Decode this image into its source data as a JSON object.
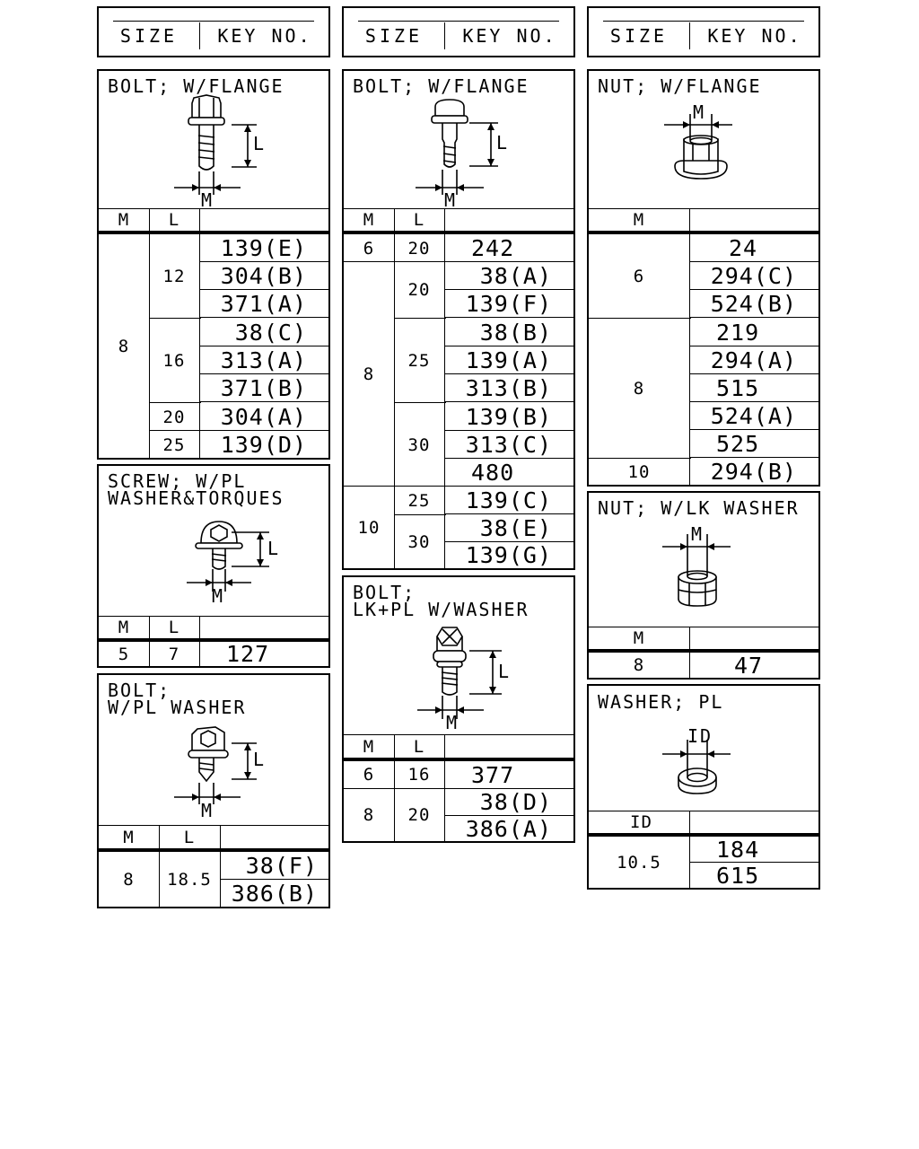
{
  "size_header": {
    "size": "SIZE",
    "key_no": "KEY NO."
  },
  "col1": {
    "bolt_flange": {
      "title": "BOLT; W/FLANGE",
      "dim_l": "L",
      "dim_m": "M",
      "head_m": "M",
      "head_l": "L",
      "m_value": "8",
      "groups": [
        {
          "l": "12",
          "keys": [
            "139(E)",
            "304(B)",
            "371(A)"
          ]
        },
        {
          "l": "16",
          "keys": [
            "38(C)",
            "313(A)",
            "371(B)"
          ]
        },
        {
          "l": "20",
          "keys": [
            "304(A)"
          ]
        },
        {
          "l": "25",
          "keys": [
            "139(D)"
          ]
        }
      ]
    },
    "screw": {
      "title": "SCREW; W/PL\nWASHER&TORQUES",
      "dim_l": "L",
      "dim_m": "M",
      "head_m": "M",
      "head_l": "L",
      "m_value": "5",
      "l_value": "7",
      "key": "127"
    },
    "bolt_pl_washer": {
      "title": "BOLT;\nW/PL WASHER",
      "dim_l": "L",
      "dim_m": "M",
      "head_m": "M",
      "head_l": "L",
      "m_value": "8",
      "l_value": "18.5",
      "keys": [
        "38(F)",
        "386(B)"
      ]
    }
  },
  "col2": {
    "bolt_flange": {
      "title": "BOLT; W/FLANGE",
      "dim_l": "L",
      "dim_m": "M",
      "head_m": "M",
      "head_l": "L",
      "row6": {
        "m": "6",
        "l": "20",
        "key": "242"
      },
      "m8": "8",
      "m8_groups": [
        {
          "l": "20",
          "keys": [
            "38(A)",
            "139(F)"
          ]
        },
        {
          "l": "25",
          "keys": [
            "38(B)",
            "139(A)",
            "313(B)"
          ]
        },
        {
          "l": "30",
          "keys": [
            "139(B)",
            "313(C)",
            "480"
          ]
        }
      ],
      "m10": "10",
      "m10_groups": [
        {
          "l": "25",
          "keys": [
            "139(C)"
          ]
        },
        {
          "l": "30",
          "keys": [
            "38(E)",
            "139(G)"
          ]
        }
      ]
    },
    "bolt_lk_pl": {
      "title": "BOLT;\nLK+PL W/WASHER",
      "dim_l": "L",
      "dim_m": "M",
      "head_m": "M",
      "head_l": "L",
      "row6": {
        "m": "6",
        "l": "16",
        "key": "377"
      },
      "row8": {
        "m": "8",
        "l": "20",
        "keys": [
          "38(D)",
          "386(A)"
        ]
      }
    }
  },
  "col3": {
    "nut_flange": {
      "title": "NUT; W/FLANGE",
      "dim_m": "M",
      "head_m": "M",
      "groups": [
        {
          "m": "6",
          "keys": [
            "24",
            "294(C)",
            "524(B)"
          ]
        },
        {
          "m": "8",
          "keys": [
            "219",
            "294(A)",
            "515",
            "524(A)",
            "525"
          ]
        },
        {
          "m": "10",
          "keys": [
            "294(B)"
          ]
        }
      ]
    },
    "nut_lk": {
      "title": "NUT; W/LK WASHER",
      "dim_m": "M",
      "head_m": "M",
      "m_value": "8",
      "key": "47"
    },
    "washer": {
      "title": "WASHER; PL",
      "dim_id": "ID",
      "head_id": "ID",
      "id_value": "10.5",
      "keys": [
        "184",
        "615"
      ]
    }
  }
}
